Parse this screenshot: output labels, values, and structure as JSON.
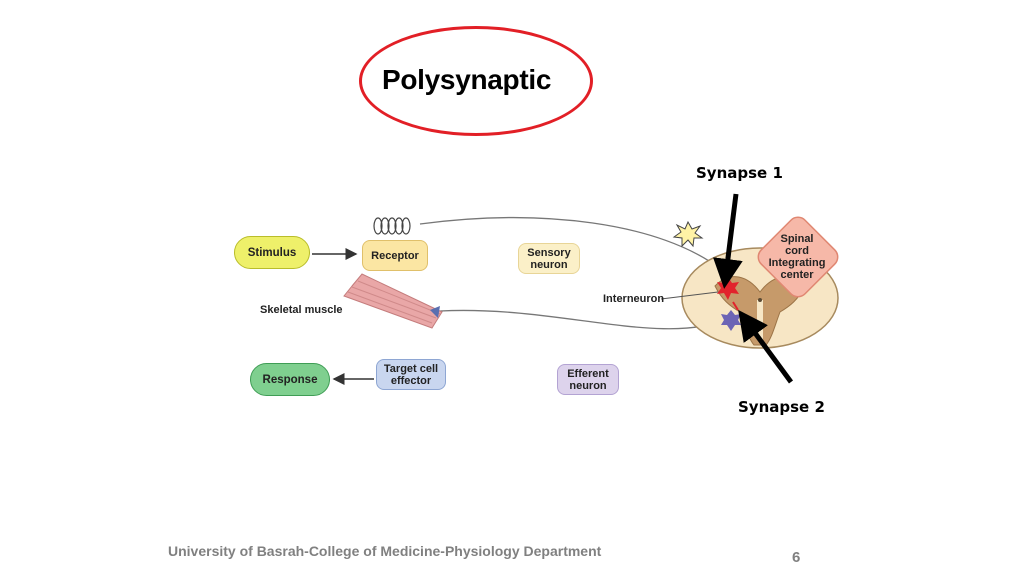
{
  "slide": {
    "title": "Polysynaptic",
    "synapse1_label": "Synapse 1",
    "synapse2_label": "Synapse 2",
    "footer": "University of Basrah-College of Medicine-Physiology Department",
    "page_number": "6"
  },
  "diagram": {
    "stimulus": "Stimulus",
    "receptor": "Receptor",
    "sensory_neuron": "Sensory\nneuron",
    "skeletal_muscle": "Skeletal muscle",
    "interneuron": "Interneuron",
    "spinal_cord_center": "Spinal\ncord\nIntegrating\ncenter",
    "target_cell": "Target cell\neffector",
    "efferent_neuron": "Efferent\nneuron",
    "response": "Response"
  },
  "colors": {
    "title_ellipse": "#e21f26",
    "stimulus_fill": "#eef06a",
    "receptor_fill": "#fbe6a3",
    "sensory_fill": "#fbf0c8",
    "response_fill": "#7fcf8f",
    "target_fill": "#c9d6ef",
    "efferent_fill": "#ddd3ec",
    "spinal_center_fill": "#f6b8a8"
  }
}
